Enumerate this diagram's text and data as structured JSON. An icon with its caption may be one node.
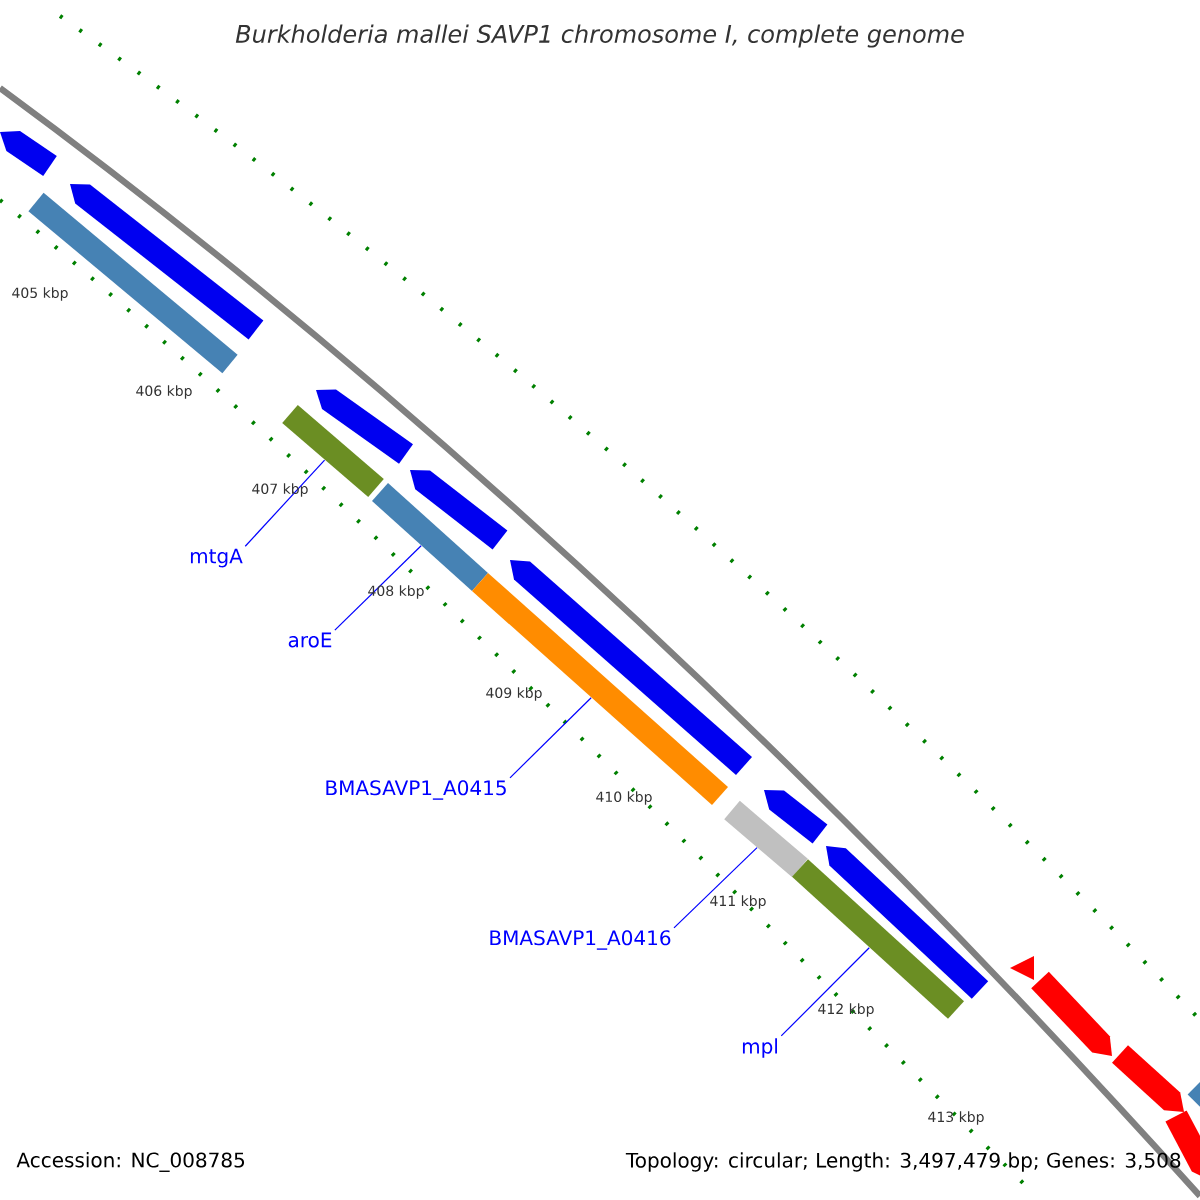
{
  "diagram": {
    "title": "Burkholderia mallei SAVP1 chromosome I, complete genome",
    "nodes": [
      {
        "text": [],
        "shape": "bar"
      },
      {
        "text": [],
        "shape": "bar"
      },
      {
        "text": [],
        "shape": "bar"
      },
      {
        "text": [],
        "shape": "bar"
      },
      {
        "text": [],
        "shape": "bar"
      },
      {
        "text": [],
        "shape": "bar"
      },
      {
        "text": [],
        "shape": "bar"
      },
      {
        "text": [],
        "shape": "bar"
      },
      {
        "text": [],
        "shape": "bar"
      },
      {
        "text": [],
        "shape": "bar"
      },
      {
        "text": [],
        "shape": "bar"
      },
      {
        "text": [],
        "shape": "bar"
      },
      {
        "text": [],
        "shape": "bar"
      },
      {
        "text": [],
        "shape": "bar"
      },
      {
        "text": [],
        "shape": "bar"
      },
      {
        "text": [],
        "shape": "bar"
      },
      {
        "text": [],
        "shape": "bar"
      },
      {
        "text": [],
        "shape": "bar"
      },
      {
        "text": [
          "mtgA"
        ]
      },
      {
        "text": [
          "aroE"
        ]
      },
      {
        "text": [
          "BMASAVP1_A0415"
        ]
      },
      {
        "text": [
          "BMASAVP1_A0416"
        ]
      },
      {
        "text": [
          "mpl"
        ]
      }
    ],
    "edges": [
      {
        "from": 18,
        "to": 4,
        "arrow": "none"
      },
      {
        "from": 19,
        "to": 6,
        "arrow": "none"
      },
      {
        "from": 20,
        "to": 8,
        "arrow": "none"
      },
      {
        "from": 21,
        "to": 10,
        "arrow": "none"
      },
      {
        "from": 22,
        "to": 12,
        "arrow": "none"
      }
    ],
    "labels": [
      "405 kbp",
      "406 kbp",
      "407 kbp",
      "408 kbp",
      "409 kbp",
      "410 kbp",
      "411 kbp",
      "412 kbp",
      "413 kbp",
      "Accession: NC_008785",
      "Topology: circular; Length: 3,497,479 bp; Genes: 3,508"
    ]
  }
}
